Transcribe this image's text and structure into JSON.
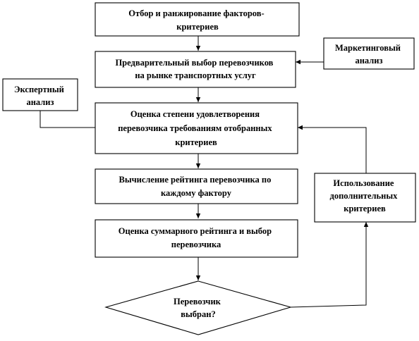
{
  "diagram": {
    "nodes": {
      "selection": [
        "Отбор и ранжирование факторов-",
        "критериев"
      ],
      "marketing": [
        "Маркетинговый",
        "анализ"
      ],
      "preselect": [
        "Предварительный выбор перевозчиков",
        "на рынке транспортных услуг"
      ],
      "expert": [
        "Экспертный",
        "анализ"
      ],
      "evaluation": [
        "Оценка степени удовлетворения",
        "перевозчика требованиям отобранных",
        "критериев"
      ],
      "rating": [
        "Вычисление рейтинга перевозчика по",
        "каждому фактору"
      ],
      "additional": [
        "Использование",
        "дополнительных",
        "критериев"
      ],
      "total": [
        "Оценка суммарного рейтинга и выбор",
        "перевозчика"
      ],
      "decision": [
        "Перевозчик",
        "выбран?"
      ]
    }
  }
}
